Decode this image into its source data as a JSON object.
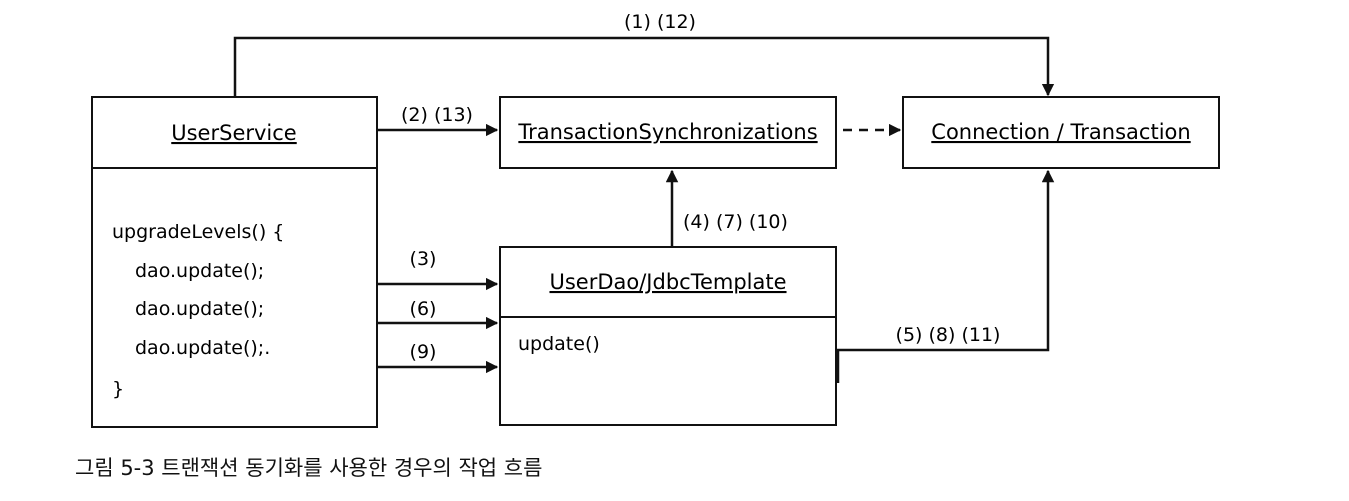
{
  "boxes": {
    "user_service": {
      "title": "UserService",
      "code": [
        "upgradeLevels() {",
        "dao.update();",
        "dao.update();",
        "dao.update();.",
        "}"
      ]
    },
    "tx_sync": {
      "title": "TransactionSynchronizations"
    },
    "connection": {
      "title": "Connection / Transaction"
    },
    "user_dao": {
      "title": "UserDao/JdbcTemplate",
      "method": "update()"
    }
  },
  "edges": {
    "top": "(1) (12)",
    "to_sync": "(2) (13)",
    "dao_to_sync": "(4) (7) (10)",
    "call1": "(3)",
    "call2": "(6)",
    "call3": "(9)",
    "dao_to_conn": "(5) (8) (11)"
  },
  "caption": "그림 5-3 트랜잭션 동기화를 사용한 경우의 작업 흐름"
}
